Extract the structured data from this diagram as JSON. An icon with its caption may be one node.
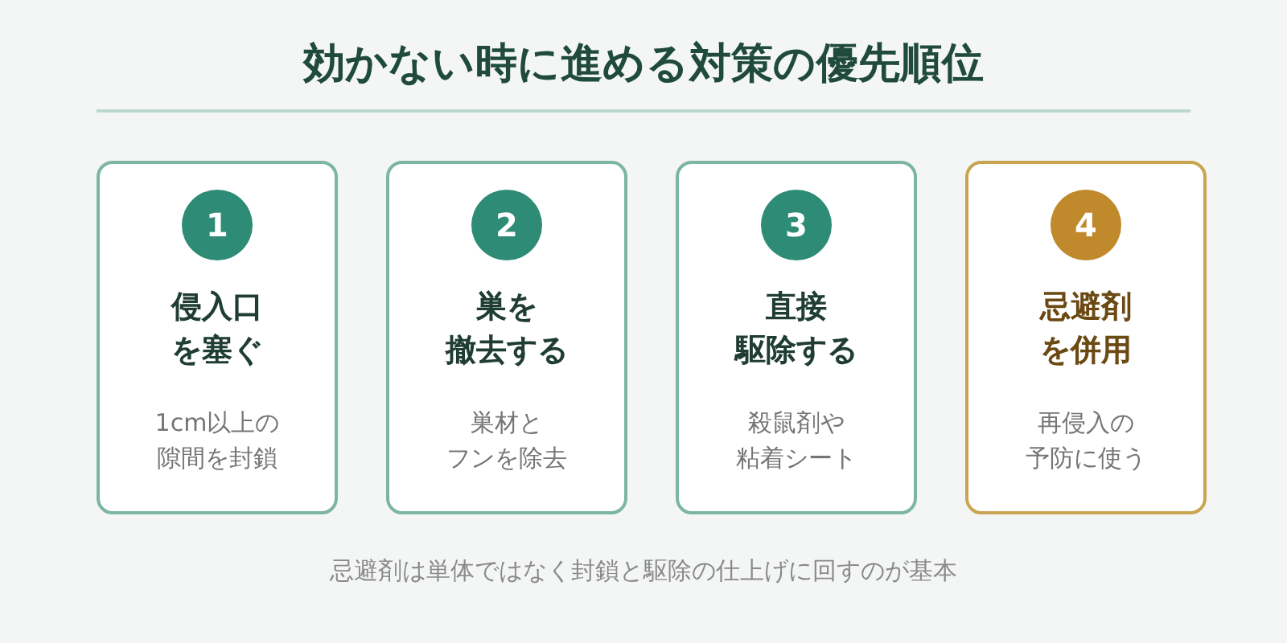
{
  "diagram": {
    "title": "効かない時に進める対策の優先順位",
    "nodes": [
      {
        "text": [
          "侵入口を塞ぐ",
          "1cm以上の隙間を封鎖"
        ]
      },
      {
        "text": [
          "1"
        ],
        "in": 0
      },
      {
        "text": [
          "巣を撤去する",
          "巣材とフンを除去"
        ]
      },
      {
        "text": [
          "2"
        ],
        "in": 2
      },
      {
        "text": [
          "直接駆除する",
          "殺鼠剤や粘着シート"
        ]
      },
      {
        "text": [
          "3"
        ],
        "in": 4
      },
      {
        "text": [
          "忌避剤を併用",
          "再侵入の予防に使う"
        ]
      },
      {
        "text": [
          "4"
        ],
        "in": 6
      }
    ],
    "labels": [
      "忌避剤は単体ではなく封鎖と駆除の仕上げに回すのが基本"
    ]
  }
}
